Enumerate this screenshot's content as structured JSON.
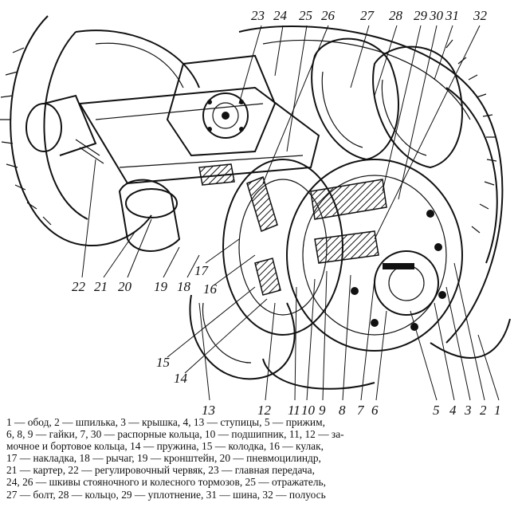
{
  "callouts": {
    "top": [
      "23",
      "24",
      "25",
      "26",
      "27",
      "28",
      "29",
      "30",
      "31",
      "32"
    ],
    "bottom_right": [
      "5",
      "4",
      "3",
      "2",
      "1"
    ],
    "bottom_center": [
      "13",
      "12",
      "11",
      "10",
      "9",
      "8",
      "7",
      "6"
    ],
    "left": [
      "22",
      "21",
      "20",
      "19",
      "18",
      "17",
      "16",
      "15",
      "14"
    ]
  },
  "legend": {
    "lines": [
      "1 — обод, 2 — шпилька, 3 — крышка, 4, 13 — ступицы, 5 — прижим,",
      "6, 8, 9 — гайки, 7, 30 — распорные кольца, 10 — подшипник, 11, 12 — за-",
      "мочное и бортовое кольца, 14 — пружина, 15 — колодка, 16 — кулак,",
      "17 — накладка, 18 — рычаг, 19 — кронштейн, 20 — пневмоцилиндр,",
      "21 — картер, 22 — регулировочный червяк, 23 — главная передача,",
      "24, 26 — шкивы стояночного и колесного тормозов, 25 — отражатель,",
      "27 — болт, 28 — кольцо, 29 — уплотнение, 31 — шина, 32 — полуось"
    ]
  }
}
